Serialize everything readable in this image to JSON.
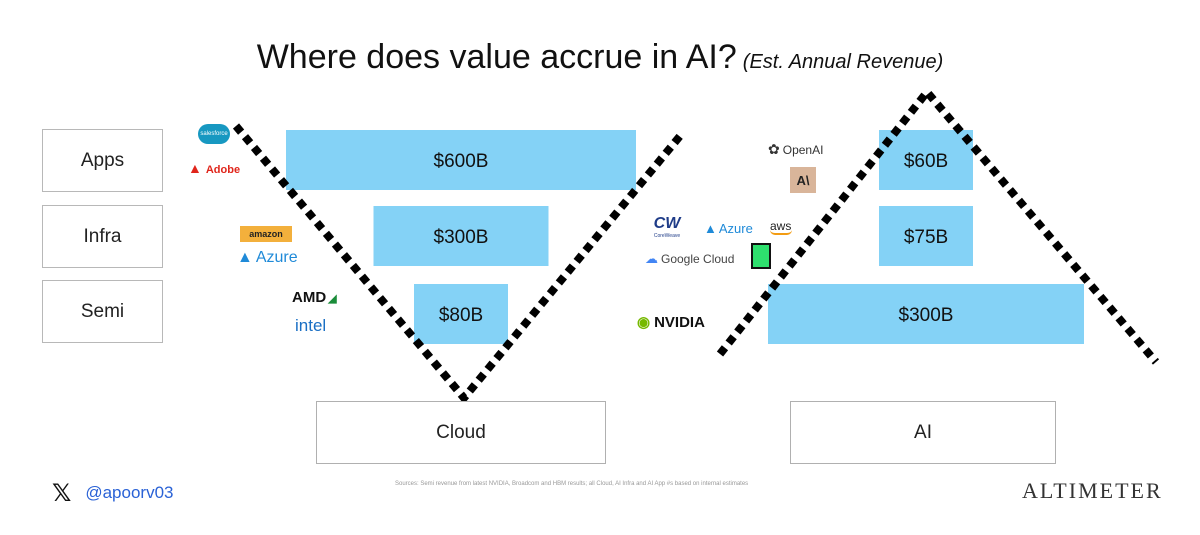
{
  "title": "Where does value accrue in AI?",
  "subtitle": "(Est. Annual Revenue)",
  "layers": [
    "Apps",
    "Infra",
    "Semi"
  ],
  "chart_data": [
    {
      "type": "bar",
      "name": "Cloud",
      "categories": [
        "Apps",
        "Infra",
        "Semi"
      ],
      "values": [
        600,
        300,
        80
      ],
      "labels": [
        "$600B",
        "$300B",
        "$80B"
      ],
      "unit": "$B",
      "shape": "inverted-pyramid",
      "bar_color": "#84d2f6"
    },
    {
      "type": "bar",
      "name": "AI",
      "categories": [
        "Apps",
        "Infra",
        "Semi"
      ],
      "values": [
        60,
        75,
        300
      ],
      "labels": [
        "$60B",
        "$75B",
        "$300B"
      ],
      "unit": "$B",
      "shape": "pyramid",
      "bar_color": "#84d2f6"
    }
  ],
  "logos": {
    "cloud_apps": [
      "salesforce",
      "Adobe"
    ],
    "cloud_infra": [
      "amazon",
      "Azure"
    ],
    "cloud_semi": [
      "AMD",
      "intel"
    ],
    "ai_apps": [
      "OpenAI",
      "A\\"
    ],
    "ai_infra": [
      "CoreWeave",
      "Azure",
      "aws",
      "Google Cloud"
    ],
    "ai_semi": [
      "NVIDIA"
    ]
  },
  "footer": {
    "x_icon": "𝕏",
    "handle": "@apoorv03",
    "sources": "Sources: Semi revenue from latest NVIDIA, Broadcom and HBM results; all Cloud, AI Infra and AI App #s based on internal estimates",
    "brand": "ALTIMETER"
  },
  "colors": {
    "bar": "#84d2f6",
    "dots": "#000000",
    "box_border": "#b8b8b8"
  }
}
